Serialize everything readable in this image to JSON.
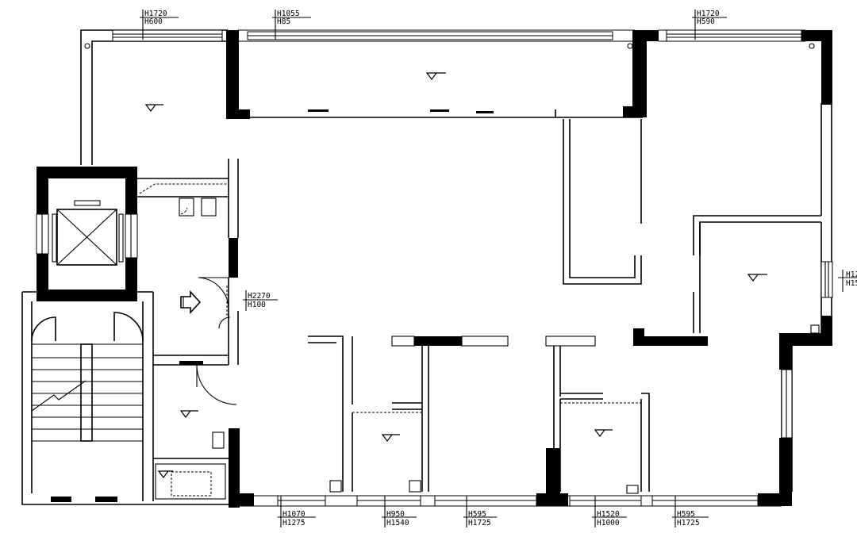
{
  "plan": {
    "dimensions": [
      {
        "id": "d1",
        "top": "H1720",
        "bottom": "H600"
      },
      {
        "id": "d2",
        "top": "H1055",
        "bottom": "H85"
      },
      {
        "id": "d3",
        "top": "H1720",
        "bottom": "H590"
      },
      {
        "id": "d4",
        "top": "H2270",
        "bottom": "H100"
      },
      {
        "id": "d5",
        "top": "H1070",
        "bottom": "H1275"
      },
      {
        "id": "d6",
        "top": "H950",
        "bottom": "H1540"
      },
      {
        "id": "d7",
        "top": "H595",
        "bottom": "H1725"
      },
      {
        "id": "d8",
        "top": "H1520",
        "bottom": "H1000"
      },
      {
        "id": "d9",
        "top": "H595",
        "bottom": "H1725"
      },
      {
        "id": "d10",
        "top": "H12",
        "bottom": "H15"
      }
    ]
  }
}
